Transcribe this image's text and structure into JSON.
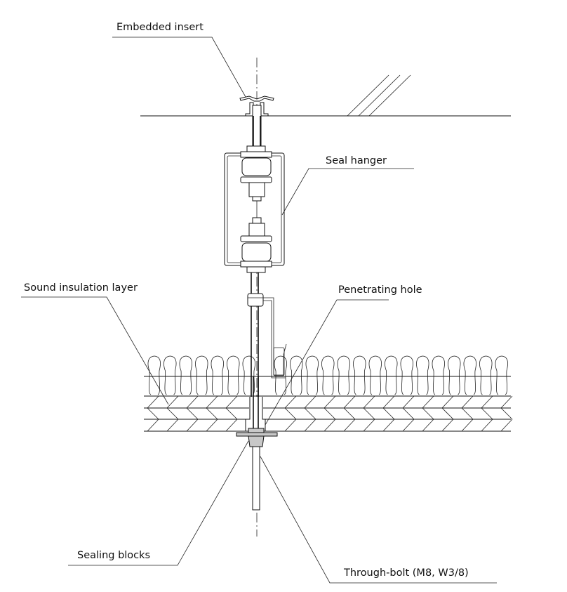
{
  "diagram": {
    "title": "Seal hanger ceiling suspension detail",
    "colors": {
      "line": "#111111",
      "sealing_block_fill": "#c8c8c8",
      "background": "#ffffff"
    },
    "labels": {
      "embedded_insert": "Embedded insert",
      "seal_hanger": "Seal hanger",
      "sound_insulation_layer": "Sound insulation layer",
      "penetrating_hole": "Penetrating hole",
      "sealing_blocks": "Sealing blocks",
      "through_bolt": "Through-bolt (M8, W3/8)"
    },
    "components": [
      "embedded-insert",
      "concrete-slab",
      "hanger-rod",
      "seal-hanger",
      "sound-insulation-layer",
      "ceiling-boards",
      "penetrating-hole",
      "sealing-blocks",
      "through-bolt"
    ]
  }
}
